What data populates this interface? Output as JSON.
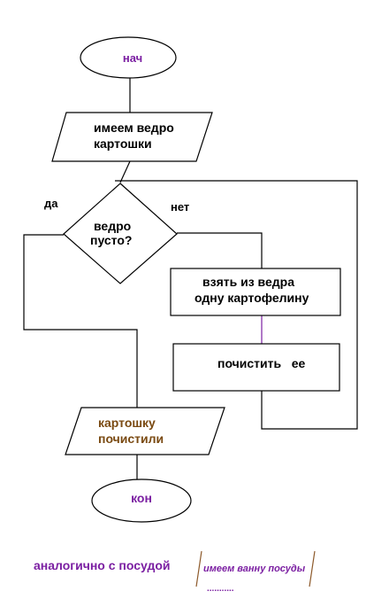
{
  "flowchart": {
    "start": "нач",
    "input": {
      "line1": "имеем ведро",
      "line2": "картошки"
    },
    "decision": {
      "line1": "ведро",
      "line2": "пусто?"
    },
    "yes_label": "да",
    "no_label": "нет",
    "take": {
      "line1": "взять из ведра",
      "line2": "одну  картофелину"
    },
    "peel": "почистить   ее",
    "output": {
      "line1": "картошку",
      "line2": "почистили"
    },
    "end": "кон"
  },
  "footer": {
    "note": "аналогично с посудой",
    "io_text": "имеем ванну посуды",
    "ellipsis": "..........."
  },
  "colors": {
    "terminal_text": "#7b1fa2",
    "output_text": "#7a4a12",
    "footer_note": "#7b1fa2",
    "footer_io_text": "#7b1fa2",
    "footer_bracket": "#8d5a2b",
    "loop_line": "#7b1fa2"
  }
}
